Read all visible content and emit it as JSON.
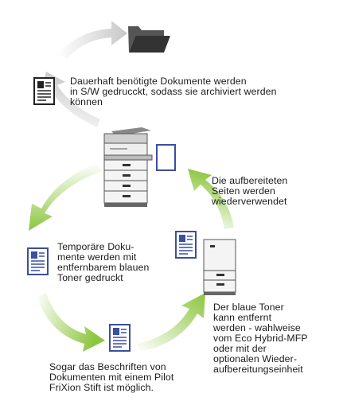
{
  "archive_text": {
    "lines": [
      "Dauerhaft benötigte Dokumente werden",
      "in S/W gedrucckt, sodass sie archiviert werden",
      "können"
    ]
  },
  "reuse_text": {
    "lines": [
      "Die aufbereiteten",
      "Seiten werden",
      "wiederverwendet"
    ]
  },
  "temp_print_text": {
    "lines": [
      "Temporäre Doku-",
      "mente werden mit",
      "entfernbarem blauen",
      "Toner gedruckt"
    ]
  },
  "erase_text": {
    "lines": [
      "Der blaue Toner",
      "kann entfernt",
      "werden - wahlweise",
      "vom Eco Hybrid-MFP",
      "oder mit der",
      "optionalen Wieder-",
      "aufbereitungseinheit"
    ]
  },
  "frixion_text": {
    "lines": [
      "Sogar das Beschriften von",
      "Dokumenten mit einem Pilot",
      "FriXion Stift ist möglich."
    ]
  },
  "colors": {
    "gray_arrow": "#c9c9c9",
    "green_arrow": "#8cc63f",
    "blue_document": "#3a4fa0",
    "black_document": "#222222"
  }
}
